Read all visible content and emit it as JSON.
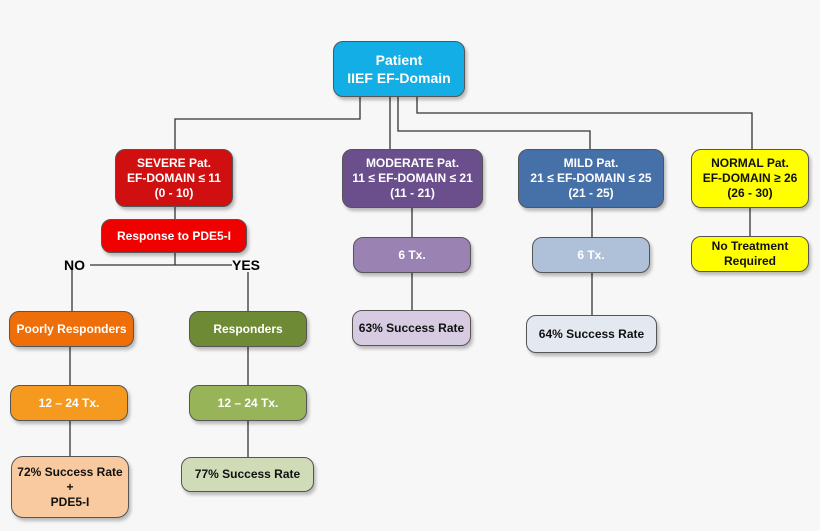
{
  "root": {
    "line1": "Patient",
    "line2": "IIEF EF-Domain"
  },
  "severe": {
    "line1": "SEVERE Pat.",
    "line2": "EF-DOMAIN ≤ 11",
    "line3": "(0 - 10)"
  },
  "moderate": {
    "line1": "MODERATE Pat.",
    "line2": "11 ≤ EF-DOMAIN ≤ 21",
    "line3": "(11 - 21)"
  },
  "mild": {
    "line1": "MILD Pat.",
    "line2": "21 ≤ EF-DOMAIN ≤ 25",
    "line3": "(21 - 25)"
  },
  "normal": {
    "line1": "NORMAL Pat.",
    "line2": "EF-DOMAIN ≥ 26",
    "line3": "(26 - 30)"
  },
  "response": {
    "label": "Response to PDE5-I"
  },
  "branch_no": "NO",
  "branch_yes": "YES",
  "poor": {
    "label": "Poorly Responders",
    "tx": "12 – 24 Tx.",
    "line1": "72% Success Rate",
    "line2": "+",
    "line3": "PDE5-I"
  },
  "responders": {
    "label": "Responders",
    "tx": "12 – 24  Tx.",
    "result": "77% Success Rate"
  },
  "moderate_path": {
    "tx": "6 Tx.",
    "result": "63% Success Rate"
  },
  "mild_path": {
    "tx": "6 Tx.",
    "result": "64% Success Rate"
  },
  "normal_path": {
    "line1": "No Treatment",
    "line2": "Required"
  },
  "colors": {
    "root": "#14aee6",
    "severe": "#d01010",
    "response": "#f10000",
    "moderate": "#6a4f8c",
    "moderate_light": "#9a83b3",
    "moderate_result": "#d6cbe1",
    "mild": "#4670a8",
    "mild_light": "#aec1d9",
    "mild_result": "#e4e9f1",
    "normal": "#ffff00",
    "orange": "#f59a1f",
    "orange_dark": "#ee6f0a",
    "orange_light": "#f9caa0",
    "green": "#6f8a35",
    "green_mid": "#97b558",
    "green_light": "#cfdcb7"
  }
}
